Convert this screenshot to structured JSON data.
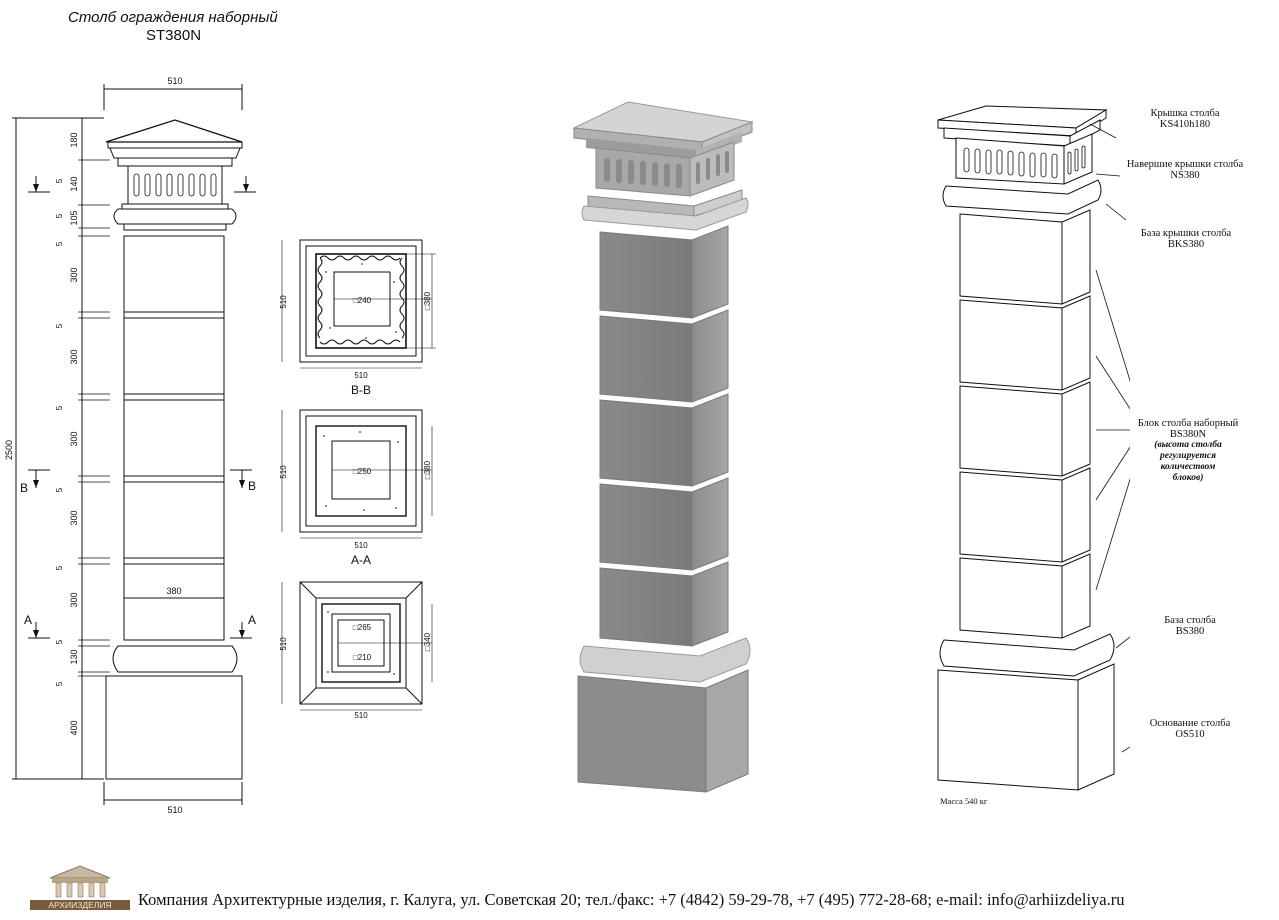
{
  "header": {
    "title": "Столб ограждения наборный",
    "code": "ST380N"
  },
  "drawing": {
    "dims_horizontal": {
      "top": "510",
      "bottom": "510",
      "block": "380"
    },
    "dim_total": "2500",
    "dims_vertical": [
      "180",
      "5",
      "140",
      "5",
      "105",
      "5",
      "300",
      "5",
      "300",
      "5",
      "300",
      "5",
      "300",
      "5",
      "300",
      "5",
      "130",
      "5",
      "400"
    ],
    "cut_marks": {
      "b": "B",
      "a": "A"
    }
  },
  "sections": [
    {
      "name": "B-B",
      "outer": "510",
      "width": "510",
      "inner_a": "□240",
      "inner_b": "□380"
    },
    {
      "name": "A-A",
      "outer": "510",
      "width": "510",
      "inner_a": "□250",
      "inner_b": "□380"
    },
    {
      "name": "",
      "outer": "510",
      "width": "510",
      "inner_a": "□265",
      "inner_b": "□340",
      "inner_c": "□210"
    }
  ],
  "parts": [
    {
      "name": "Крышка столба",
      "code": "KS410h180"
    },
    {
      "name": "Навершие крышки столба",
      "code": "NS380"
    },
    {
      "name": "База  крышки столба",
      "code": "BKS380"
    },
    {
      "name": "Блок столба наборный",
      "code": "BS380N",
      "note": [
        "(высота столба",
        "регулируется",
        "количеством",
        "блоков)"
      ]
    },
    {
      "name": "База столба",
      "code": "BS380"
    },
    {
      "name": "Основание столба",
      "code": "OS510"
    }
  ],
  "mass": "Масса 540 кг",
  "logo_text": "АРХИИЗДЕЛИЯ",
  "footer": "Компания Архитектурные изделия, г. Калуга, ул. Советская 20; тел./факс: +7 (4842) 59-29-78, +7 (495) 772-28-68; e-mail: info@arhiizdeliya.ru"
}
